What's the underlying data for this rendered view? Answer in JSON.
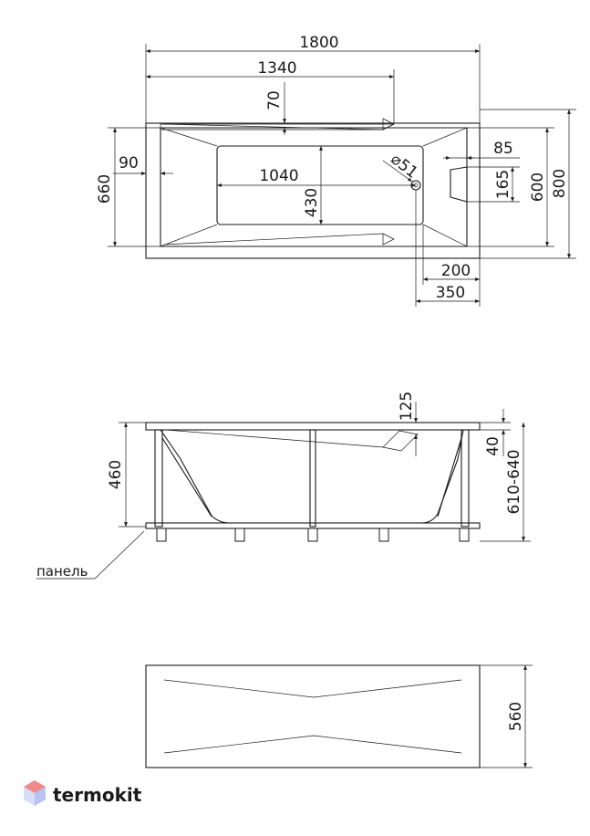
{
  "top_view": {
    "overall_length": "1800",
    "inner_length": "1340",
    "rim_offset": "70",
    "side_offset": "90",
    "bottom_length": "1040",
    "drain_diameter": "⌀51",
    "headrest_width": "85",
    "headrest_offset": "165",
    "inner_width": "600",
    "outer_width_660": "660",
    "overall_width": "800",
    "bottom_width": "430",
    "drain_offset_200": "200",
    "drain_offset_350": "350"
  },
  "side_view": {
    "height": "460",
    "overflow_height": "125",
    "rim_thickness": "40",
    "total_height_range": "610-640",
    "panel_label": "панель"
  },
  "panel_view": {
    "height": "560"
  },
  "brand": {
    "name": "termokit",
    "color": "#e2e2e2"
  }
}
